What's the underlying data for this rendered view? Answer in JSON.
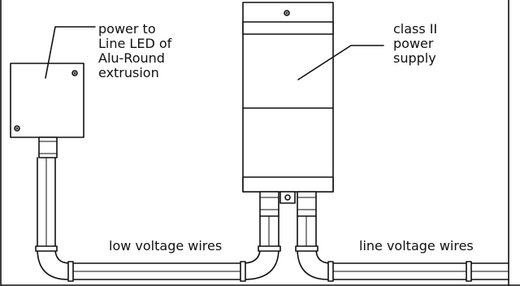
{
  "labels": {
    "power_line_1": "power to",
    "power_line_2": "Line LED of",
    "power_line_3": "Alu-Round",
    "power_line_4": "extrusion",
    "supply_line_1": "class II",
    "supply_line_2": "power",
    "supply_line_3": "supply",
    "low_voltage": "low voltage wires",
    "line_voltage": "line voltage wires"
  }
}
